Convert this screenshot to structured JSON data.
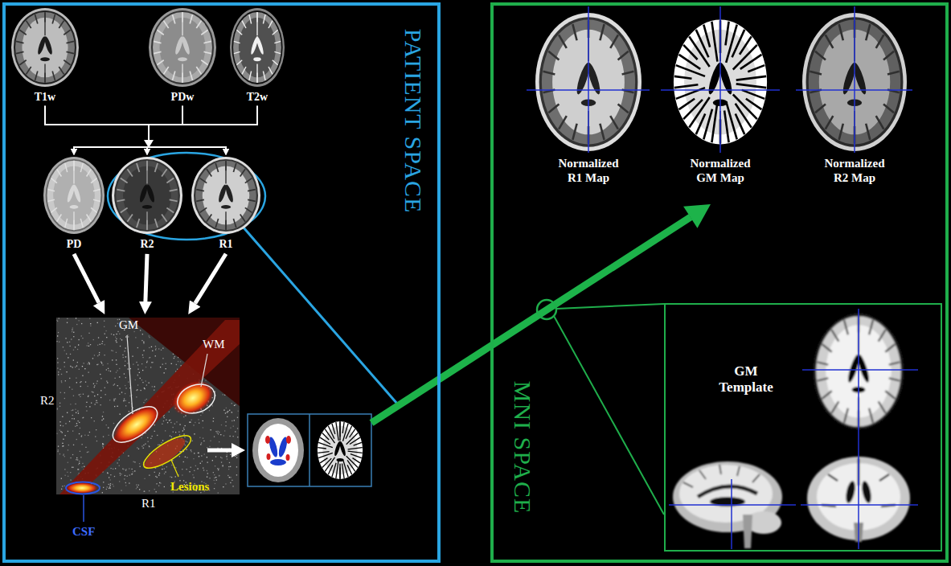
{
  "diagram": {
    "nodes": [
      {
        "text": [
          "PATIENT SPACE"
        ]
      },
      {
        "text": [
          "T1w"
        ],
        "in": 0
      },
      {
        "text": [
          "PDw"
        ],
        "in": 0
      },
      {
        "text": [
          "T2w"
        ],
        "in": 0
      },
      {
        "text": [
          "PD"
        ],
        "in": 0
      },
      {
        "text": [
          "R2"
        ],
        "in": 0
      },
      {
        "text": [
          "R1"
        ],
        "in": 0
      },
      {
        "text": [
          "GM",
          "WM",
          "R2",
          "R1",
          "Lesions",
          "CSF"
        ],
        "in": 0
      },
      {
        "text": [
          "MNI SPACE"
        ]
      },
      {
        "text": [
          "Normalized R1 Map"
        ],
        "in": 8
      },
      {
        "text": [
          "Normalized GM Map"
        ],
        "in": 8
      },
      {
        "text": [
          "Normalized R2 Map"
        ],
        "in": 8
      },
      {
        "text": [
          "GM Template"
        ],
        "in": 8
      }
    ],
    "edges": [
      {
        "from": 1,
        "to": 4,
        "arrow": "to"
      },
      {
        "from": 1,
        "to": 5,
        "arrow": "to"
      },
      {
        "from": 1,
        "to": 6,
        "arrow": "to"
      },
      {
        "from": 2,
        "to": 4,
        "arrow": "to"
      },
      {
        "from": 2,
        "to": 5,
        "arrow": "to"
      },
      {
        "from": 2,
        "to": 6,
        "arrow": "to"
      },
      {
        "from": 3,
        "to": 4,
        "arrow": "to"
      },
      {
        "from": 3,
        "to": 5,
        "arrow": "to"
      },
      {
        "from": 3,
        "to": 6,
        "arrow": "to"
      },
      {
        "from": 4,
        "to": 7,
        "arrow": "to"
      },
      {
        "from": 5,
        "to": 7,
        "arrow": "to"
      },
      {
        "from": 6,
        "to": 7,
        "arrow": "to"
      }
    ]
  }
}
